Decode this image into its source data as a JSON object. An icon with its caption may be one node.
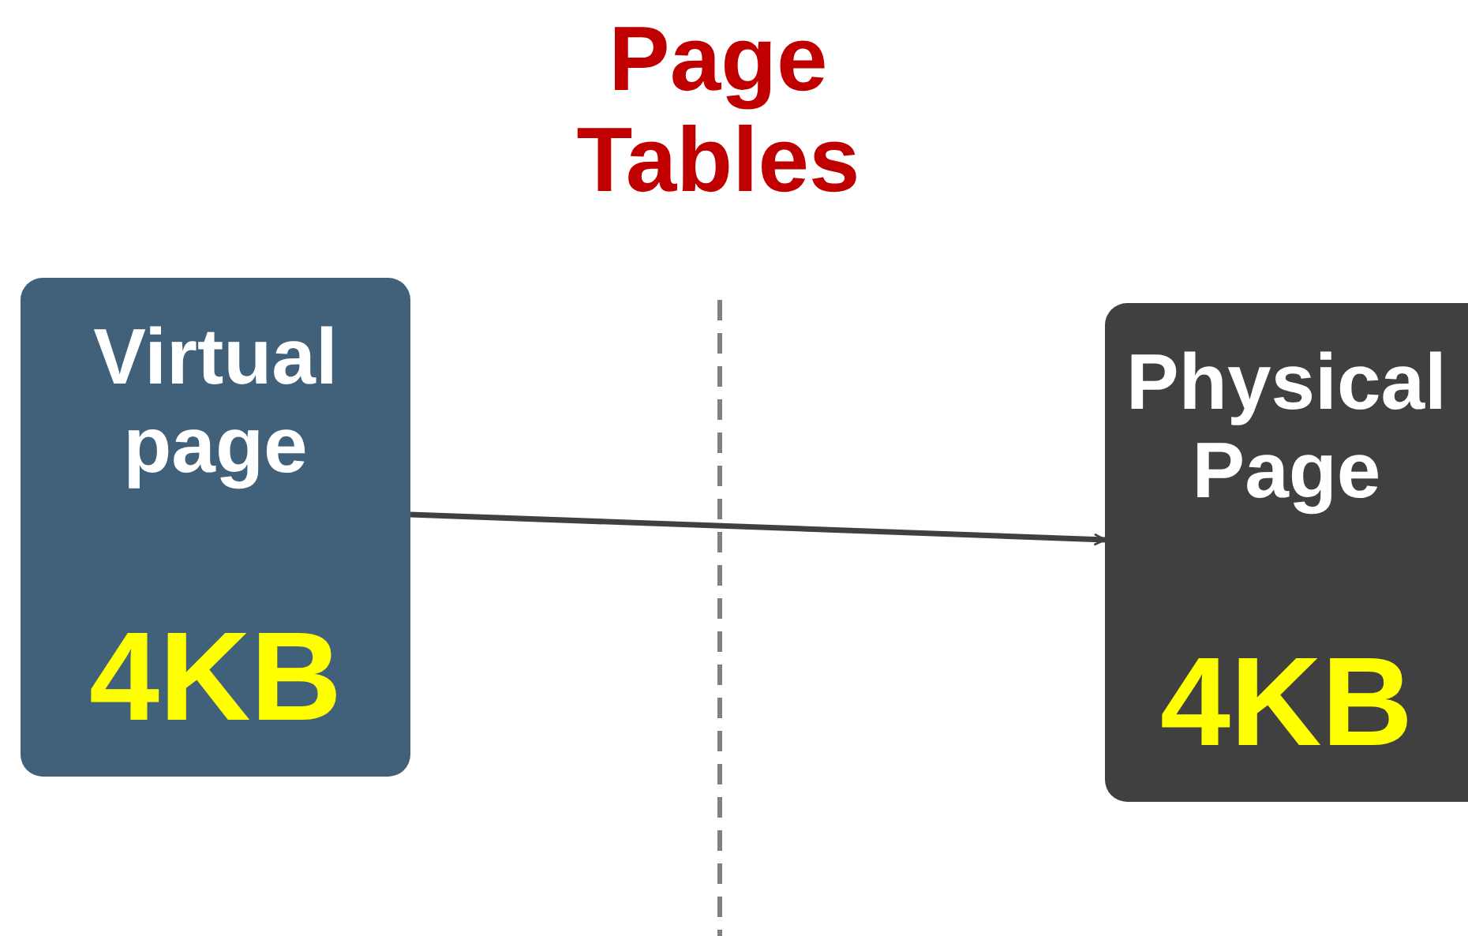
{
  "diagram": {
    "title": "Page Tables",
    "nodes": [
      {
        "text": [
          "Virtual page",
          "4KB"
        ]
      },
      {
        "text": [
          "Physical Page",
          "4KB"
        ]
      }
    ],
    "edges": [
      {
        "from": 0,
        "to": 1,
        "arrow": "to"
      }
    ]
  }
}
